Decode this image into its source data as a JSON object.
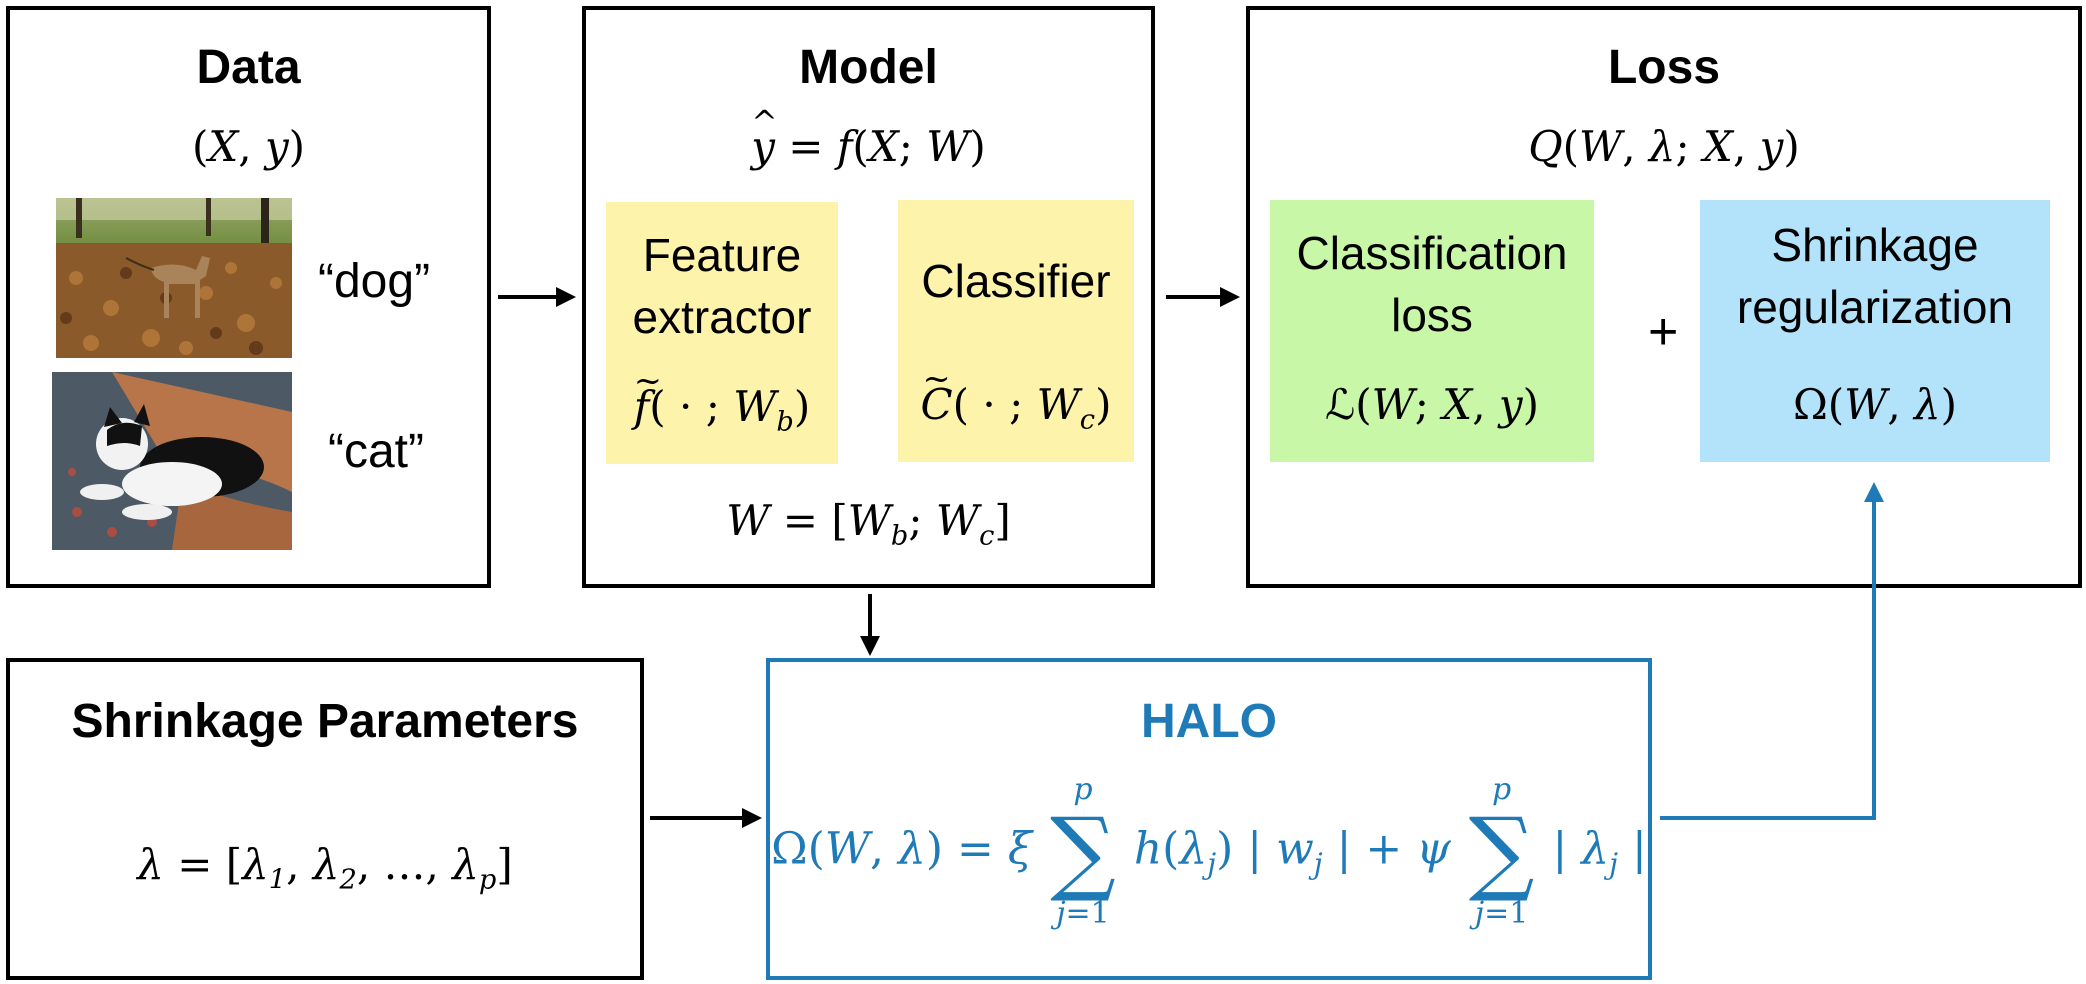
{
  "data_box": {
    "title": "Data",
    "equation": "(X, y)",
    "labels": [
      "“dog”",
      "“cat”"
    ]
  },
  "model_box": {
    "title": "Model",
    "equation": "ŷ = f(X; W)",
    "feature_extractor": {
      "label_line1": "Feature",
      "label_line2": "extractor",
      "equation": "f̃( · ; W_b)"
    },
    "classifier": {
      "label": "Classifier",
      "equation": "C̃( · ; W_c)"
    },
    "weights": "W = [W_b; W_c]"
  },
  "loss_box": {
    "title": "Loss",
    "equation": "Q(W, λ; X, y)",
    "classification": {
      "label_line1": "Classification",
      "label_line2": "loss",
      "equation": "ℒ(W; X, y)"
    },
    "plus": "+",
    "shrinkage": {
      "label_line1": "Shrinkage",
      "label_line2": "regularization",
      "equation": "Ω(W, λ)"
    }
  },
  "params_box": {
    "title": "Shrinkage Parameters",
    "equation": "λ = [λ1, λ2, …, λp]"
  },
  "halo_box": {
    "title": "HALO",
    "equation": "Ω(W, λ) = ξ Σ_{j=1}^{p} h(λj)|wj| + ψ Σ_{j=1}^{p} |λj|"
  },
  "colors": {
    "halo_blue": "#1f7ab8",
    "yellow_panel": "#fdf3ab",
    "green_panel": "#c8f7a8",
    "blue_panel": "#b3e2fb"
  }
}
